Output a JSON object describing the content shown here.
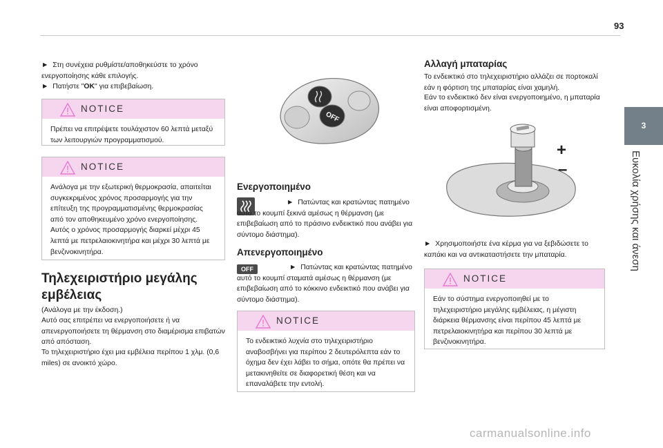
{
  "page_number": "93",
  "side_tab": {
    "chapter": "3",
    "title": "Ευκολία χρήσης και άνεση"
  },
  "col1": {
    "step1": "Στη συνέχεια ρυθμίστε/αποθηκεύστε το χρόνο ενεργοποίησης κάθε επιλογής.",
    "step2_pre": "Πατήστε \"",
    "step2_bold": "OK",
    "step2_post": "\" για επιβεβαίωση.",
    "notice1_title": "NOTICE",
    "notice1_body": "Πρέπει να επιτρέψετε τουλάχιστον 60 λεπτά μεταξύ των λειτουργιών προγραμματισμού.",
    "notice2_title": "NOTICE",
    "notice2_body": "Ανάλογα με την εξωτερική θερμοκρασία, απαιτείται συγκεκριμένος χρόνος προσαρμογής για την επίτευξη της προγραμματισμένης θερμοκρασίας από τον αποθηκευμένο χρόνο ενεργοποίησης. Αυτός ο χρόνος προσαρμογής διαρκεί μέχρι 45 λεπτά με πετρελαιοκινητήρα και μέχρι 30 λεπτά με βενζινοκινητήρα.",
    "heading": "Τηλεχειριστήριο μεγάλης εμβέλειας",
    "body1": "(Ανάλογα με την έκδοση.)",
    "body2": "Αυτό σας επιτρέπει να ενεργοποιήσετε ή να απενεργοποιήσετε τη θέρμανση στο διαμέρισμα επιβατών από απόσταση.",
    "body3": "Το τηλεχειριστήριο έχει μια εμβέλεια περίπου 1 χλμ. (0,6 miles) σε ανοικτό χώρο."
  },
  "col2": {
    "remote_off_label": "OFF",
    "h_on": "Ενεργοποιημένο",
    "on_text": "Πατώντας και κρατώντας πατημένο αυτό το κουμπί ξεκινά αμέσως η θέρμανση (με επιβεβαίωση από το πράσινο ενδεικτικό που ανάβει για σύντομο διάστημα).",
    "h_off": "Απενεργοποιημένο",
    "off_icon_label": "OFF",
    "off_text": "Πατώντας και κρατώντας πατημένο αυτό το κουμπί σταματά αμέσως η θέρμανση (με επιβεβαίωση από το κόκκινο ενδεικτικό που ανάβει για σύντομο διάστημα).",
    "notice_title": "NOTICE",
    "notice_body": "Το ενδεικτικό λυχνία στο τηλεχειριστήριο αναβοσβήνει για περίπου 2 δευτερόλεπτα εάν το όχημα δεν έχει λάβει το σήμα, οπότε θα πρέπει να μετακινηθείτε σε διαφορετική θέση και να επαναλάβετε την εντολή."
  },
  "col3": {
    "heading": "Αλλαγή μπαταρίας",
    "body1": "Το ενδεικτικό στο τηλεχειριστήριο αλλάζει σε πορτοκαλί εάν η φόρτιση της μπαταρίας είναι χαμηλή.",
    "body2": "Εάν το ενδεικτικό δεν είναι ενεργοποιημένο, η μπαταρία είναι αποφορτισμένη.",
    "plus": "+",
    "minus": "–",
    "step": "Χρησιμοποιήστε ένα κέρμα για να ξεβιδώσετε το καπάκι και να αντικαταστήσετε την μπαταρία.",
    "notice_title": "NOTICE",
    "notice_body": "Εάν το σύστημα ενεργοποιηθεί με το τηλεχειριστήριο μεγάλης εμβέλειας, η μέγιστη διάρκεια θέρμανσης είναι περίπου 45 λεπτά με πετρελαιοκινητήρα και περίπου 30 λεπτά με βενζινοκινητήρα."
  },
  "watermark": "carmanualsonline.info"
}
